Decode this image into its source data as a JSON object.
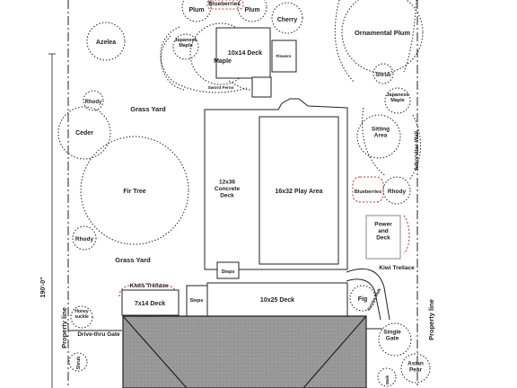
{
  "labels": {
    "blueberries_top": "Blueberries",
    "plum_left": "Plum",
    "plum_right": "Plum",
    "cherry": "Cherry",
    "azelea": "Azelea",
    "japanese_maple_top": "Japanese\nMaple",
    "maple": "Maple",
    "deck_10x14": "10x14 Deck",
    "flowers": "Flowers",
    "sword_ferns": "Sword Ferns",
    "ornamental_plum": "Ornamental Plum",
    "shrub_top": "Shrub",
    "japanese_maple_right": "Japanese\nMaple",
    "rhody_left_small": "Rhody",
    "grass_yard_top": "Grass Yard",
    "ceder": "Ceder",
    "sitting_area": "Sitting\nArea",
    "arborvitae_wall": "Arborvitae Wall",
    "fir_tree": "Fir Tree",
    "concrete_deck": "12x36\nConcrete\nDeck",
    "play_area": "16x32 Play Area",
    "blueberries_right": "Blueberries",
    "rhody_right": "Rhody",
    "power_deck": "Power\nand\nDeck",
    "rhody_left": "Rhody",
    "grass_yard_bottom": "Grass Yard",
    "kiwi_trellace": "Kiwi Trellace",
    "steps_top": "Steps",
    "dimension": "190'-0\"",
    "kiwis_trellase": "Kiwis Trellase",
    "deck_7x14": "7x14 Deck",
    "steps_left": "Steps",
    "deck_10x25": "10x25 Deck",
    "fig": "Fig",
    "garden_walk": "Garden Walk",
    "property_line_left": "Property line",
    "property_line_right": "Property line",
    "honeysuckle": "Honey\nsuckle",
    "drive_thru_gate": "Drive-thru Gate",
    "single_gate": "Single\nGate",
    "shrub_bottom": "Shrub",
    "asian_pear": "Asian\nPear",
    "walk": "Walk"
  }
}
